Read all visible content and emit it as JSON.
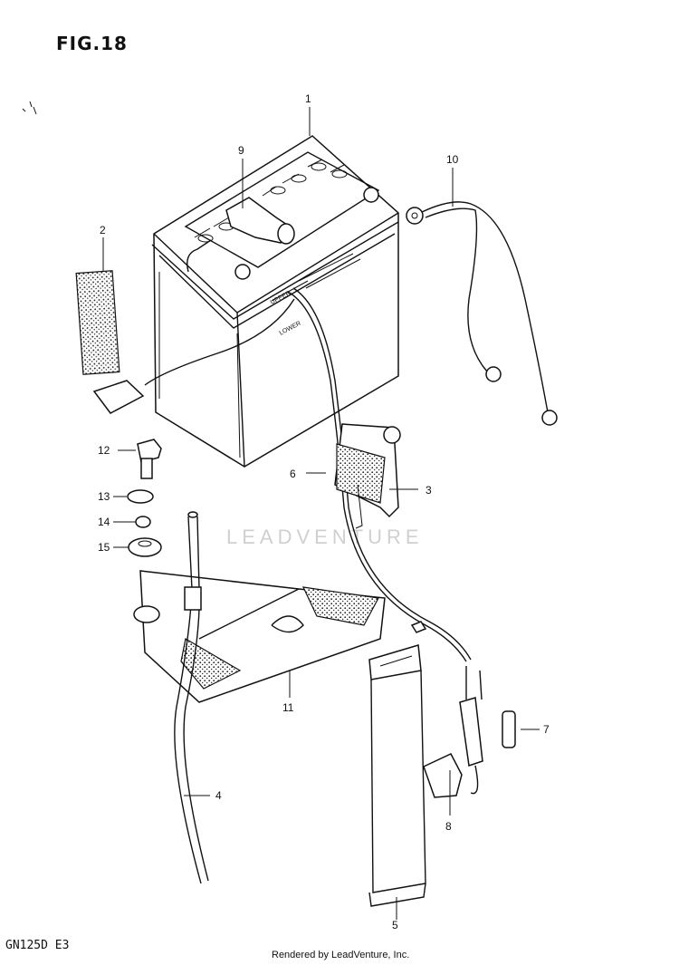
{
  "figure": {
    "title": "FIG.18",
    "model": "GN125D  E3",
    "rendered_by": "Rendered by LeadVenture, Inc.",
    "watermark": "LEADVENTURE"
  },
  "callouts": [
    {
      "id": "1",
      "part": "battery"
    },
    {
      "id": "2",
      "part": "battery-label"
    },
    {
      "id": "3",
      "part": "bracket-pad"
    },
    {
      "id": "4",
      "part": "breather-hose"
    },
    {
      "id": "5",
      "part": "battery-strap"
    },
    {
      "id": "6",
      "part": "positive-lead-wire"
    },
    {
      "id": "7",
      "part": "fuse"
    },
    {
      "id": "8",
      "part": "fuse-holder-clamp"
    },
    {
      "id": "9",
      "part": "terminal-cover"
    },
    {
      "id": "10",
      "part": "ground-lead-wire"
    },
    {
      "id": "11",
      "part": "battery-holder"
    },
    {
      "id": "12",
      "part": "bolt"
    },
    {
      "id": "13",
      "part": "washer"
    },
    {
      "id": "14",
      "part": "collar"
    },
    {
      "id": "15",
      "part": "cushion"
    }
  ]
}
